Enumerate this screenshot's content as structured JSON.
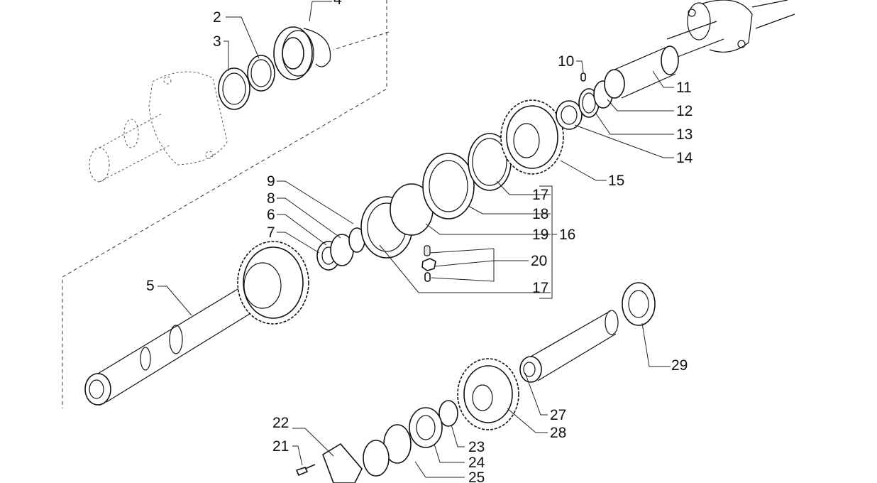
{
  "labels": {
    "l2": "2",
    "l3": "3",
    "l4": "4",
    "l5": "5",
    "l6": "6",
    "l7": "7",
    "l8": "8",
    "l9": "9",
    "l10": "10",
    "l11": "11",
    "l12": "12",
    "l13": "13",
    "l14": "14",
    "l15": "15",
    "l16": "16",
    "l17a": "17",
    "l17b": "17",
    "l18": "18",
    "l19": "19",
    "l20": "20",
    "l21": "21",
    "l22": "22",
    "l23": "23",
    "l24": "24",
    "l25": "25",
    "l27": "27",
    "l28": "28",
    "l29": "29"
  }
}
